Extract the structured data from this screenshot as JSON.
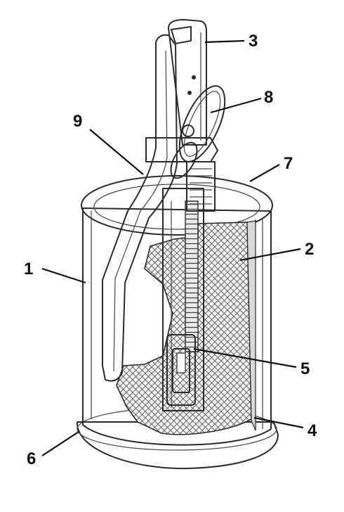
{
  "diagram": {
    "labels": [
      {
        "id": "1",
        "text": "1"
      },
      {
        "id": "2",
        "text": "2"
      },
      {
        "id": "3",
        "text": "3"
      },
      {
        "id": "4",
        "text": "4"
      },
      {
        "id": "5",
        "text": "5"
      },
      {
        "id": "6",
        "text": "6"
      },
      {
        "id": "7",
        "text": "7"
      },
      {
        "id": "8",
        "text": "8"
      },
      {
        "id": "9",
        "text": "9"
      }
    ],
    "colors": {
      "line": "#2b2b2b",
      "fill": "#ffffff",
      "hatch": "#555555",
      "shade": "#d9d9d9"
    }
  }
}
